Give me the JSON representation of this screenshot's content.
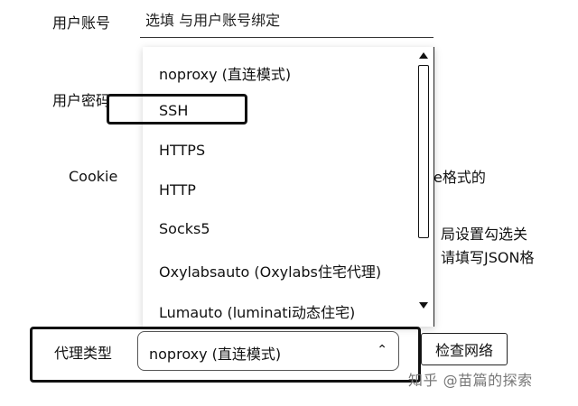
{
  "form": {
    "account_label": "用户账号",
    "account_placeholder": "选填 与用户账号绑定",
    "password_label": "用户密码",
    "cookie_label": "Cookie",
    "cookie_hint_partial_1": "e格式的",
    "cookie_hint_partial_2": "局设置勾选关",
    "cookie_hint_partial_3": "请填写JSON格",
    "proxy_label": "代理类型",
    "proxy_selected": "noproxy (直连模式)",
    "check_network_button": "检查网络"
  },
  "dropdown": {
    "options": [
      "noproxy (直连模式)",
      "SSH",
      "HTTPS",
      "HTTP",
      "Socks5",
      "Oxylabsauto (Oxylabs住宅代理)",
      "Lumauto (luminati动态住宅)"
    ]
  },
  "watermark": "知乎 @苗篇的探索",
  "icons": {
    "select_arrow": "chevron-up-icon"
  }
}
